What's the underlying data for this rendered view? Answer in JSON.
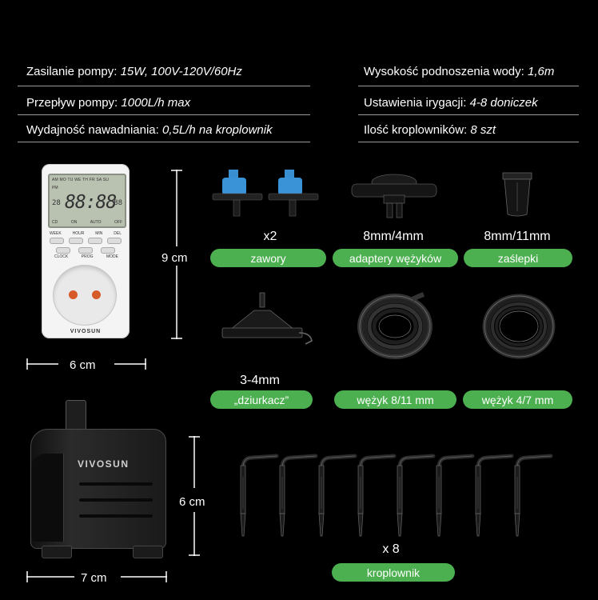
{
  "specs": {
    "left": [
      {
        "label": "Zasilanie pompy:",
        "value": "15W, 100V-120V/60Hz"
      },
      {
        "label": "Przepływ pompy:",
        "value": "1000L/h max"
      },
      {
        "label": "Wydajność nawadniania:",
        "value": "0,5L/h na kroplownik"
      }
    ],
    "right": [
      {
        "label": "Wysokość podnoszenia wody:",
        "value": "1,6m"
      },
      {
        "label": "Ustawienia irygacji:",
        "value": "4-8 doniczek"
      },
      {
        "label": "Ilość kroplowników:",
        "value": "8 szt"
      }
    ]
  },
  "timer": {
    "days": "AM MO TU WE TH FR SA SU",
    "pm": "PM",
    "clock": "88:88",
    "small_left": "28",
    "small_right": "88",
    "modes": [
      "CD",
      "ON",
      "AUTO",
      "OFF"
    ],
    "buttons_top": [
      "WEEK",
      "HOUR",
      "MIN",
      "DEL"
    ],
    "buttons_bottom": [
      "CLOCK",
      "PROG",
      "MODE"
    ],
    "brand": "VIVOSUN",
    "height": "9 cm",
    "width": "6 cm"
  },
  "parts": [
    {
      "caption": "x2",
      "label": "zawory"
    },
    {
      "caption": "8mm/4mm",
      "label": "adaptery wężyków"
    },
    {
      "caption": "8mm/11mm",
      "label": "zaślepki"
    },
    {
      "caption": "3-4mm",
      "label": "„dziurkacz”"
    },
    {
      "caption": "",
      "label": "wężyk 8/11 mm"
    },
    {
      "caption": "",
      "label": "wężyk 4/7 mm"
    }
  ],
  "pump": {
    "brand": "VIVOSUN",
    "height": "6 cm",
    "width": "7 cm"
  },
  "drippers": {
    "count": "x 8",
    "label": "kroplownik"
  },
  "colors": {
    "accent": "#4caf50",
    "background": "#000000"
  }
}
